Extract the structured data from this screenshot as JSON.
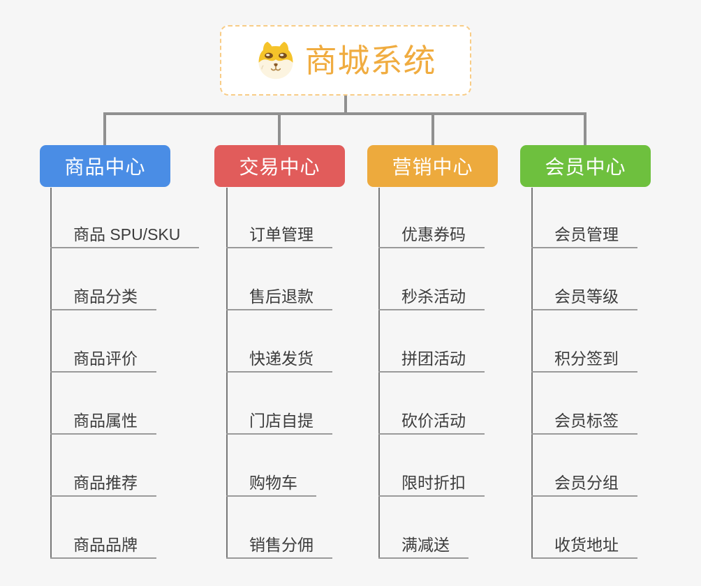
{
  "root": {
    "title": "商城系统",
    "icon": "dog-face",
    "title_color": "#f0ac40",
    "border_color": "#f8cc86"
  },
  "branches": [
    {
      "label": "商品中心",
      "color": "#4a8de5",
      "items": [
        "商品 SPU/SKU",
        "商品分类",
        "商品评价",
        "商品属性",
        "商品推荐",
        "商品品牌"
      ]
    },
    {
      "label": "交易中心",
      "color": "#e15c5b",
      "items": [
        "订单管理",
        "售后退款",
        "快递发货",
        "门店自提",
        "购物车",
        "销售分佣"
      ]
    },
    {
      "label": "营销中心",
      "color": "#edaa3d",
      "items": [
        "优惠券码",
        "秒杀活动",
        "拼团活动",
        "砍价活动",
        "限时折扣",
        "满减送"
      ]
    },
    {
      "label": "会员中心",
      "color": "#6ec03e",
      "items": [
        "会员管理",
        "会员等级",
        "积分签到",
        "会员标签",
        "会员分组",
        "收货地址"
      ]
    }
  ],
  "style": {
    "canvas_background": "#f6f6f6",
    "connector_color": "#909090",
    "spine_color": "#787878",
    "underline_color": "#9a9a9a",
    "item_text_color": "#3c3c3c"
  }
}
